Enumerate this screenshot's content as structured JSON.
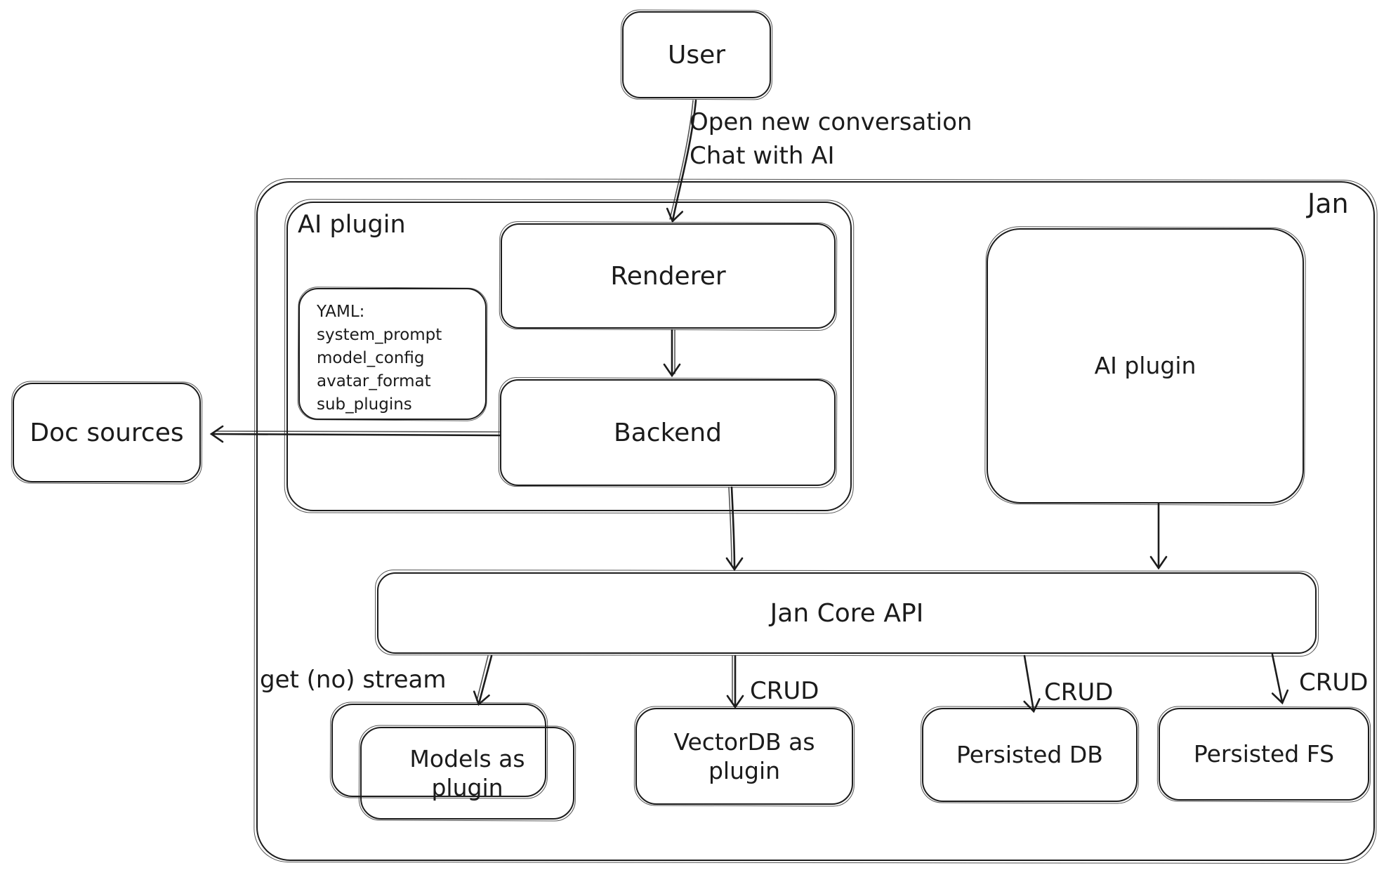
{
  "diagram": {
    "stroke_color": "#1c1c1c",
    "background_color": "#ffffff",
    "nodes": {
      "user": {
        "label": "User"
      },
      "jan": {
        "label": "Jan"
      },
      "ai_plugin_group": {
        "label": "AI plugin"
      },
      "renderer": {
        "label": "Renderer"
      },
      "backend": {
        "label": "Backend"
      },
      "yaml_note": {
        "lines": [
          "YAML:",
          "system_prompt",
          "model_config",
          "avatar_format",
          "sub_plugins"
        ]
      },
      "doc_sources": {
        "label": "Doc sources"
      },
      "ai_plugin": {
        "label": "AI plugin"
      },
      "jan_core_api": {
        "label": "Jan Core API"
      },
      "models_as_plugin": {
        "label": "Models as plugin"
      },
      "vectordb_as_plugin": {
        "label": "VectorDB as plugin"
      },
      "persisted_db": {
        "label": "Persisted DB"
      },
      "persisted_fs": {
        "label": "Persisted FS"
      }
    },
    "edges": {
      "user_to_renderer": {
        "line1": "Open new conversation",
        "line2": "Chat with AI"
      },
      "renderer_to_backend": {
        "label": ""
      },
      "backend_to_doc_sources": {
        "label": ""
      },
      "jan_core_to_models": {
        "label": "get (no) stream"
      },
      "jan_core_to_vectordb": {
        "label": "CRUD"
      },
      "jan_core_to_persisted_db": {
        "label": "CRUD"
      },
      "jan_core_to_persisted_fs": {
        "label": "CRUD"
      }
    }
  }
}
